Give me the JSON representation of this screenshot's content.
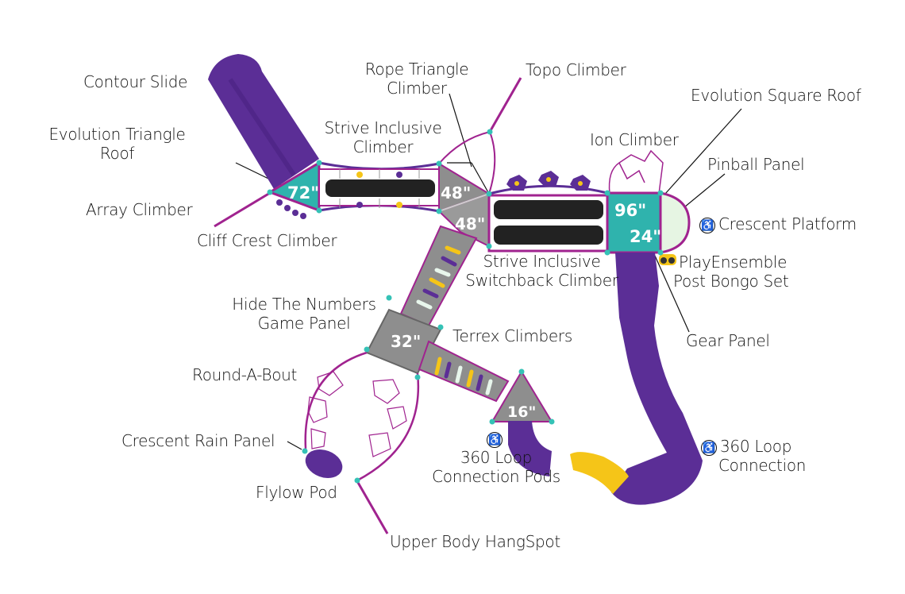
{
  "title": "Playground Structure Plan View",
  "colors": {
    "purple": "#5b2e96",
    "magenta": "#a0238f",
    "teal": "#2fb3ad",
    "gray": "#8e8e8e",
    "yellow": "#f5c518",
    "black_barrier": "#222222",
    "connector": "#35c2b6",
    "mint": "#e6f5e3"
  },
  "platforms": [
    {
      "id": "p72",
      "height": "72\""
    },
    {
      "id": "p48a",
      "height": "48\""
    },
    {
      "id": "p48b",
      "height": "48\""
    },
    {
      "id": "p96",
      "height": "96\""
    },
    {
      "id": "p24",
      "height": "24\""
    },
    {
      "id": "p32",
      "height": "32\""
    },
    {
      "id": "p16",
      "height": "16\""
    }
  ],
  "labels": {
    "contour_slide": "Contour Slide",
    "evolution_triangle_roof_1": "Evolution Triangle",
    "evolution_triangle_roof_2": "Roof",
    "array_climber": "Array Climber",
    "cliff_crest_climber": "Cliff Crest Climber",
    "strive_inclusive_climber_1": "Strive Inclusive",
    "strive_inclusive_climber_2": "Climber",
    "rope_triangle_climber_1": "Rope Triangle",
    "rope_triangle_climber_2": "Climber",
    "topo_climber": "Topo Climber",
    "evolution_square_roof": "Evolution Square Roof",
    "ion_climber": "Ion Climber",
    "pinball_panel": "Pinball Panel",
    "crescent_platform": "Crescent Platform",
    "playensemble_1": "PlayEnsemble",
    "playensemble_2": "Post Bongo Set",
    "gear_panel": "Gear Panel",
    "strive_switchback_1": "Strive Inclusive",
    "strive_switchback_2": "Switchback Climber",
    "hide_numbers_1": "Hide The Numbers",
    "hide_numbers_2": "Game Panel",
    "terrex_climbers": "Terrex Climbers",
    "round_a_bout": "Round-A-Bout",
    "crescent_rain_panel": "Crescent Rain Panel",
    "flylow_pod": "Flylow Pod",
    "loop_pods_1": "360 Loop",
    "loop_pods_2": "Connection Pods",
    "loop_conn_1": "360 Loop",
    "loop_conn_2": "Connection",
    "upper_body_hangspot": "Upper Body HangSpot"
  },
  "icons": {
    "accessible": "♿"
  }
}
